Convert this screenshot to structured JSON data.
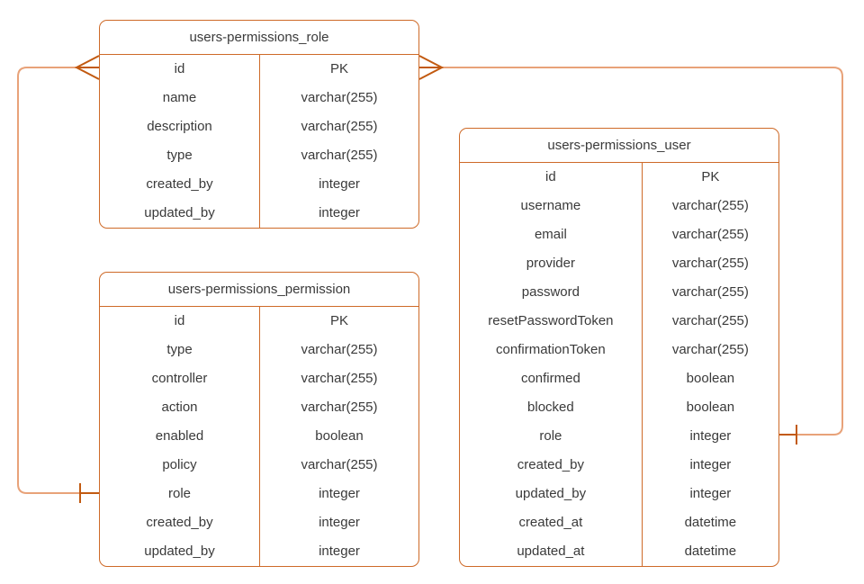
{
  "diagram": {
    "tables": [
      {
        "id": "role",
        "title": "users-permissions_role",
        "fields": [
          {
            "name": "id",
            "type": "PK"
          },
          {
            "name": "name",
            "type": "varchar(255)"
          },
          {
            "name": "description",
            "type": "varchar(255)"
          },
          {
            "name": "type",
            "type": "varchar(255)"
          },
          {
            "name": "created_by",
            "type": "integer"
          },
          {
            "name": "updated_by",
            "type": "integer"
          }
        ]
      },
      {
        "id": "permission",
        "title": "users-permissions_permission",
        "fields": [
          {
            "name": "id",
            "type": "PK"
          },
          {
            "name": "type",
            "type": "varchar(255)"
          },
          {
            "name": "controller",
            "type": "varchar(255)"
          },
          {
            "name": "action",
            "type": "varchar(255)"
          },
          {
            "name": "enabled",
            "type": "boolean"
          },
          {
            "name": "policy",
            "type": "varchar(255)"
          },
          {
            "name": "role",
            "type": "integer"
          },
          {
            "name": "created_by",
            "type": "integer"
          },
          {
            "name": "updated_by",
            "type": "integer"
          }
        ]
      },
      {
        "id": "user",
        "title": "users-permissions_user",
        "fields": [
          {
            "name": "id",
            "type": "PK"
          },
          {
            "name": "username",
            "type": "varchar(255)"
          },
          {
            "name": "email",
            "type": "varchar(255)"
          },
          {
            "name": "provider",
            "type": "varchar(255)"
          },
          {
            "name": "password",
            "type": "varchar(255)"
          },
          {
            "name": "resetPasswordToken",
            "type": "varchar(255)"
          },
          {
            "name": "confirmationToken",
            "type": "varchar(255)"
          },
          {
            "name": "confirmed",
            "type": "boolean"
          },
          {
            "name": "blocked",
            "type": "boolean"
          },
          {
            "name": "role",
            "type": "integer"
          },
          {
            "name": "created_by",
            "type": "integer"
          },
          {
            "name": "updated_by",
            "type": "integer"
          },
          {
            "name": "created_at",
            "type": "datetime"
          },
          {
            "name": "updated_at",
            "type": "datetime"
          }
        ]
      }
    ],
    "relationships": [
      {
        "many_side": {
          "table": "users-permissions_role",
          "field": "id",
          "marker": "crow-foot-many"
        },
        "one_side": {
          "table": "users-permissions_permission",
          "field": "role",
          "marker": "one-tick"
        }
      },
      {
        "many_side": {
          "table": "users-permissions_role",
          "field": "id",
          "marker": "crow-foot-many"
        },
        "one_side": {
          "table": "users-permissions_user",
          "field": "role",
          "marker": "one-tick"
        }
      }
    ],
    "colors": {
      "table_border": "#CE6A28",
      "connector_line": "#E8A279",
      "marker_stroke": "#C25A11",
      "text": "#3a3a3a",
      "background": "#ffffff"
    }
  }
}
